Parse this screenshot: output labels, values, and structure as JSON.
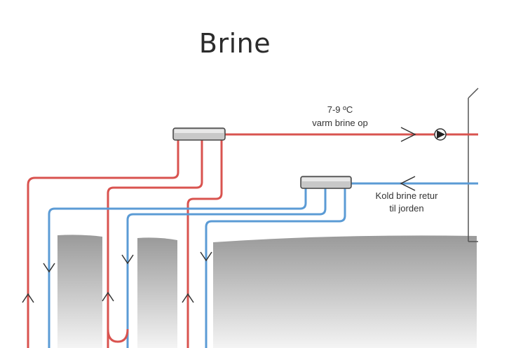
{
  "title": "Brine",
  "labels": {
    "warm_temp": "7-9 ºC",
    "warm_text": "varm brine op",
    "cold_line1": "Kold brine retur",
    "cold_line2": "til jorden"
  },
  "colors": {
    "warm_pipe": "#d9534f",
    "cold_pipe": "#5b9bd5",
    "manifold_fill": "#c8c8c8",
    "outline": "#444444",
    "ground_light": "#f2f2f2",
    "ground_dark": "#9a9a9a"
  },
  "icons": [
    "flow-arrow-icon",
    "pump-icon"
  ]
}
